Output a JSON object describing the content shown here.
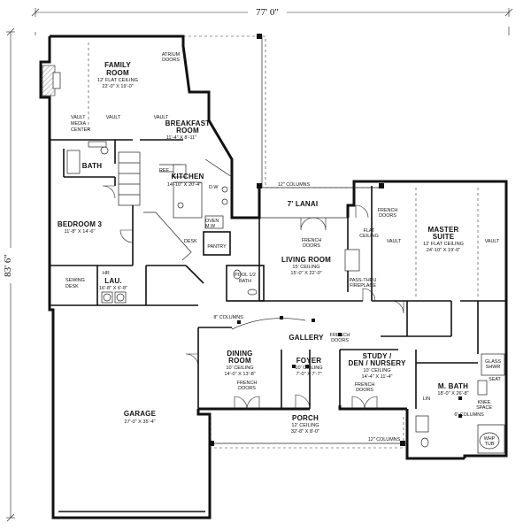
{
  "overall": {
    "width": "77' 0\"",
    "depth": "83' 6\""
  },
  "rooms": {
    "family": {
      "name1": "FAMILY",
      "name2": "ROOM",
      "ceiling": "12' FLAT CEILING",
      "size": "22'-0\" X 19'-0\""
    },
    "breakfast": {
      "name1": "BREAKFAST",
      "name2": "ROOM",
      "size": "11'-4\" X 8'-11\""
    },
    "kitchen": {
      "name": "KITCHEN",
      "size": "14'-10\" X 20'-4\""
    },
    "bath": {
      "name": "BATH"
    },
    "bedroom3": {
      "name": "BEDROOM 3",
      "size": "11'-8\" X 14'-6\""
    },
    "lanai": {
      "name": "7' LANAI"
    },
    "master": {
      "name1": "MASTER",
      "name2": "SUITE",
      "ceiling": "12' FLAT CEILING",
      "size": "24'-10\" X 19'-0\""
    },
    "living": {
      "name": "LIVING ROOM",
      "ceiling": "15' CEILING",
      "size": "15'-0\" X 22'-0\""
    },
    "pantry": {
      "name": "PANTRY"
    },
    "pool_bath": {
      "name1": "POOL 1/2",
      "name2": "BATH"
    },
    "laundry": {
      "name": "LAU.",
      "size": "16'-8\" X 6'-8\""
    },
    "gallery": {
      "name": "GALLERY"
    },
    "dining": {
      "name1": "DINING",
      "name2": "ROOM",
      "ceiling": "10' CEILING",
      "size": "14'-0\" X 13'-8\""
    },
    "foyer": {
      "name": "FOYER",
      "ceiling": "10' CEILING",
      "size": "7'-0\" X 7'-7\""
    },
    "study": {
      "name1": "STUDY /",
      "name2": "DEN / NURSERY",
      "ceiling": "10' CEILING",
      "size": "14'-4\" X 11'-4\""
    },
    "master_bath": {
      "name": "M. BATH",
      "size": "18'-0\" X 26'-8\""
    },
    "garage": {
      "name": "GARAGE",
      "size": "27'-0\" X 35'-4\""
    },
    "porch": {
      "name": "PORCH",
      "ceiling": "12' CEILING",
      "size": "32'-8\" X 8'-0\""
    }
  },
  "notes": {
    "atrium_doors": [
      "ATRIUM",
      "DOORS"
    ],
    "vault_family": "VAULT",
    "vault_breakfast": "VAULT",
    "media_center": [
      "VAULT",
      "MEDIA",
      "CENTER"
    ],
    "ref": "REF",
    "dw": "D.W",
    "oven": [
      "OVEN",
      "M.W"
    ],
    "desk": "DESK",
    "sewing_desk": [
      "SEWING",
      "DESK"
    ],
    "hr": "HR",
    "columns_lanai": "12\" COLUMNS",
    "french_doors_master": [
      "FRENCH",
      "DOORS"
    ],
    "flat_ceiling": [
      "FLAT",
      "CEILING"
    ],
    "vault_master_l": "VAULT",
    "vault_master_r": "VAULT",
    "french_doors_living": [
      "FRENCH",
      "DOORS"
    ],
    "pass_thru": [
      "PASS-THRU",
      "FIREPLACE"
    ],
    "columns_gallery": "8\" COLUMNS",
    "french_doors_gallery": [
      "FRENCH",
      "DOORS"
    ],
    "french_doors_dining": [
      "FRENCH",
      "DOORS"
    ],
    "french_doors_study": [
      "FRENCH",
      "DOORS"
    ],
    "glass_shwr": [
      "GLASS",
      "SHWR"
    ],
    "seat": "SEAT",
    "lin": "LIN",
    "knee_space": [
      "KNEE",
      "SPACE"
    ],
    "whp_tub": [
      "WHP",
      "TUB"
    ],
    "columns_porch": "12\" COLUMNS",
    "columns_mbath": "6\" COLUMNS"
  }
}
